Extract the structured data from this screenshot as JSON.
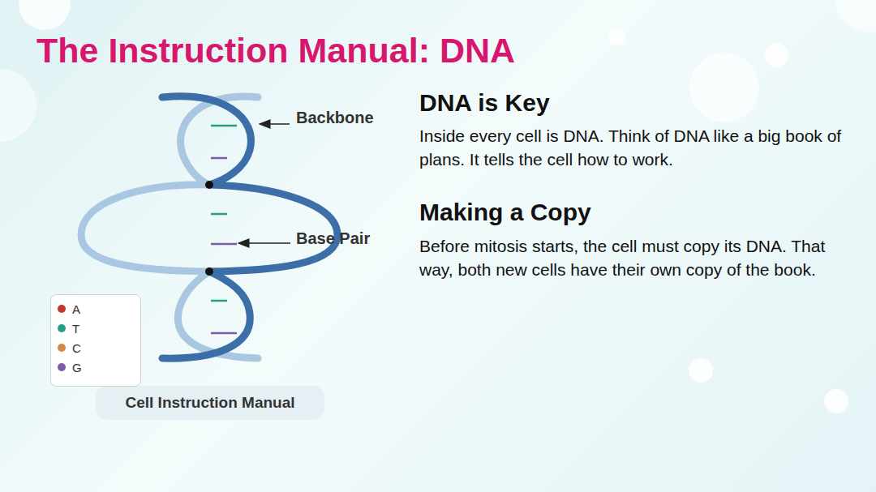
{
  "diagram": {
    "title": "The Instruction Manual: DNA",
    "caption": "Cell Instruction Manual",
    "labels": [
      "DNA is Key",
      "Inside every cell is DNA. Think of DNA like a big book of plans. It tells the cell how to work.",
      "Making a Copy",
      "Before mitosis starts, the cell must copy its DNA. That way, both new cells have their own copy of the book.",
      "Backbone",
      "Base Pair"
    ],
    "legend": [
      {
        "text": "A",
        "color": "#c0392b"
      },
      {
        "text": "T",
        "color": "#26a085"
      },
      {
        "text": "C",
        "color": "#d4894a"
      },
      {
        "text": "G",
        "color": "#7d5ba6"
      }
    ]
  }
}
